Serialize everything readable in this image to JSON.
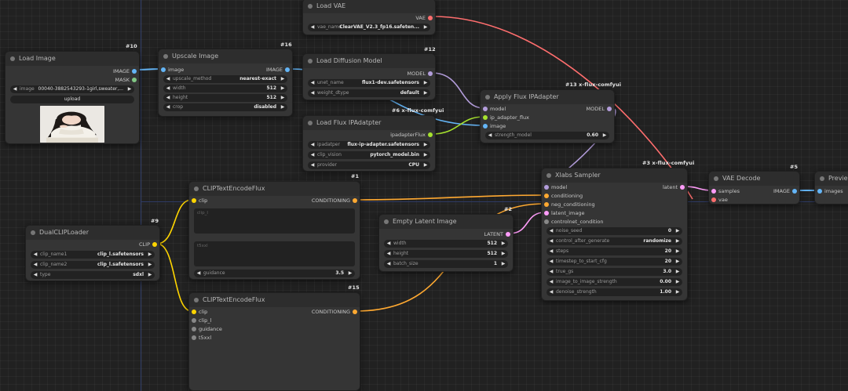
{
  "nodes": {
    "load_image": {
      "title": "Load Image",
      "badge": "#10",
      "outputs": [
        "IMAGE",
        "MASK"
      ],
      "image_label": "image",
      "image_value": "00040-3882543293-1girl,sweater,...",
      "upload_label": "upload"
    },
    "upscale_image": {
      "title": "Upscale Image",
      "badge": "#16",
      "input": "image",
      "output": "IMAGE",
      "widgets": [
        {
          "label": "upscale_method",
          "value": "nearest-exact"
        },
        {
          "label": "width",
          "value": "512"
        },
        {
          "label": "height",
          "value": "512"
        },
        {
          "label": "crop",
          "value": "disabled"
        }
      ]
    },
    "load_vae": {
      "title": "Load VAE",
      "output": "VAE",
      "widgets": [
        {
          "label": "vae_name",
          "value": "ClearVAE_V2.3_fp16.safeten..."
        }
      ]
    },
    "load_diffusion": {
      "title": "Load Diffusion Model",
      "badge": "#12",
      "output": "MODEL",
      "widgets": [
        {
          "label": "unet_name",
          "value": "flux1-dev.safetensors"
        },
        {
          "label": "weight_dtype",
          "value": "default"
        }
      ]
    },
    "load_flux_ipa": {
      "title": "Load Flux IPAdatpter",
      "badge": "#6 x-flux-comfyui",
      "output": "ipadapterFlux",
      "widgets": [
        {
          "label": "ipadatper",
          "value": "flux-ip-adapter.safetensors"
        },
        {
          "label": "clip_vision",
          "value": "pytorch_model.bin"
        },
        {
          "label": "provider",
          "value": "CPU"
        }
      ]
    },
    "apply_ipa": {
      "title": "Apply Flux IPAdapter",
      "badge": "#13 x-flux-comfyui",
      "inputs": [
        "model",
        "ip_adapter_flux",
        "image"
      ],
      "output": "MODEL",
      "widgets": [
        {
          "label": "strength_model",
          "value": "0.60"
        }
      ]
    },
    "clip_encode_1": {
      "title": "CLIPTextEncodeFlux",
      "badge": "#1",
      "input": "clip",
      "output": "CONDITIONING",
      "text1_placeholder": "clip_l",
      "text2_placeholder": "t5xxl",
      "widgets": [
        {
          "label": "guidance",
          "value": "3.5"
        }
      ]
    },
    "clip_encode_2": {
      "title": "CLIPTextEncodeFlux",
      "badge": "#15",
      "inputs": [
        "clip",
        "clip_l",
        "guidance",
        "t5xxl"
      ],
      "output": "CONDITIONING"
    },
    "dual_clip": {
      "title": "DualCLIPLoader",
      "badge": "#9",
      "output": "CLIP",
      "widgets": [
        {
          "label": "clip_name1",
          "value": "clip_l.safetensors"
        },
        {
          "label": "clip_name2",
          "value": "clip_l.safetensors"
        },
        {
          "label": "type",
          "value": "sdxl"
        }
      ]
    },
    "empty_latent": {
      "title": "Empty Latent Image",
      "badge": "#2",
      "output": "LATENT",
      "widgets": [
        {
          "label": "width",
          "value": "512"
        },
        {
          "label": "height",
          "value": "512"
        },
        {
          "label": "batch_size",
          "value": "1"
        }
      ]
    },
    "xlabs_sampler": {
      "title": "Xlabs Sampler",
      "badge": "#3 x-flux-comfyui",
      "inputs": [
        "model",
        "conditioning",
        "neg_conditioning",
        "latent_image",
        "controlnet_condition"
      ],
      "output": "latent",
      "widgets": [
        {
          "label": "noise_seed",
          "value": "0"
        },
        {
          "label": "control_after_generate",
          "value": "randomize"
        },
        {
          "label": "steps",
          "value": "20"
        },
        {
          "label": "timestep_to_start_cfg",
          "value": "20"
        },
        {
          "label": "true_gs",
          "value": "3.0"
        },
        {
          "label": "image_to_image_strength",
          "value": "0.00"
        },
        {
          "label": "denoise_strength",
          "value": "1.00"
        }
      ]
    },
    "vae_decode": {
      "title": "VAE Decode",
      "badge": "#5",
      "inputs": [
        "samples",
        "vae"
      ],
      "output": "IMAGE"
    },
    "preview": {
      "title": "Previe",
      "input": "images"
    }
  },
  "colors": {
    "image": "#64b5f6",
    "mask": "#81c784",
    "model": "#b39ddb",
    "vae": "#ff6e6e",
    "clip": "#ffd500",
    "conditioning": "#ffa931",
    "latent": "#ff9cf9",
    "ipadapter": "#a6e22e",
    "generic": "#888888"
  }
}
